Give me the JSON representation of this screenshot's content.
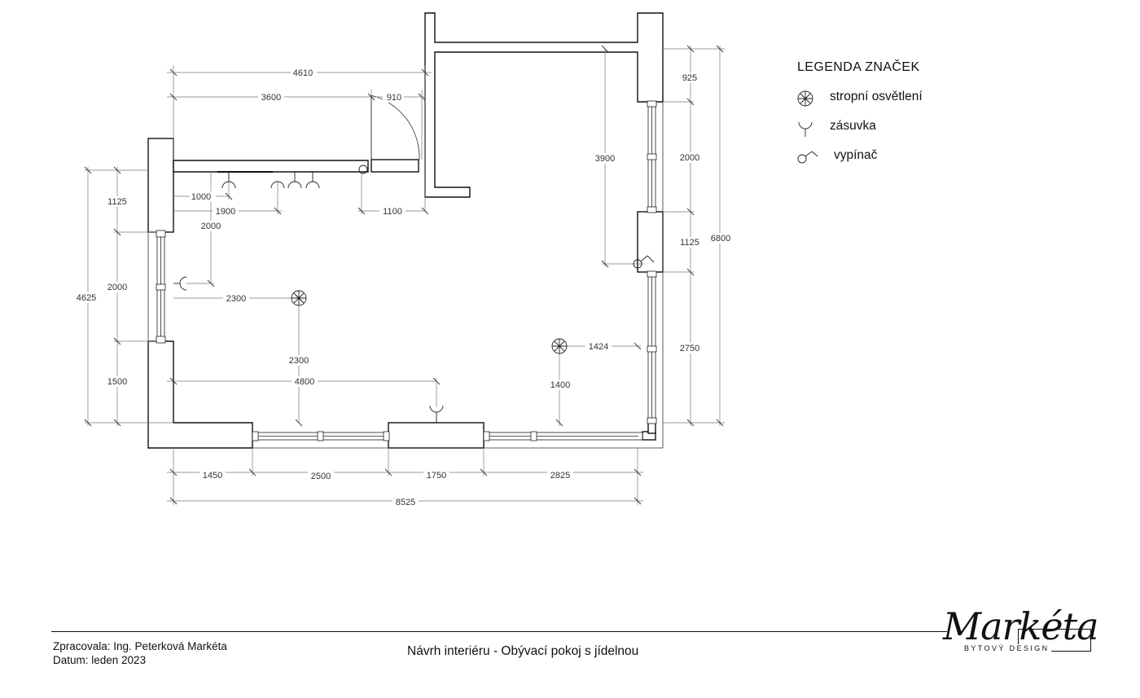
{
  "plan": {
    "dimensions": {
      "top_total": "4610",
      "top_left": "3600",
      "door_width": "910",
      "door_offset": "1100",
      "socket_1": "1000",
      "socket_2": "1900",
      "socket_depth": "2000",
      "light_x": "2300",
      "light_y": "2300",
      "switch_bottom": "4800",
      "left_top": "1125",
      "left_window": "2000",
      "left_bottom": "1500",
      "left_total": "4625",
      "bottom_1": "1450",
      "bottom_2": "2500",
      "bottom_3": "1750",
      "bottom_4": "2825",
      "bottom_total": "8525",
      "right_top": "925",
      "right_window": "2000",
      "right_pier": "1125",
      "right_window_2": "2750",
      "right_total": "6800",
      "switch_height": "3900",
      "light2_x": "1424",
      "light2_y": "1400"
    }
  },
  "legend": {
    "title": "LEGENDA  ZNAČEK",
    "items": [
      {
        "icon": "ceiling-light-icon",
        "label": "stropní osvětlení"
      },
      {
        "icon": "socket-icon",
        "label": "zásuvka"
      },
      {
        "icon": "switch-icon",
        "label": "vypínač"
      }
    ]
  },
  "footer": {
    "author": "Zpracovala: Ing. Peterková Markéta",
    "date": "Datum:  leden 2023",
    "title": "Návrh interiéru - Obývací pokoj s jídelnou"
  },
  "logo": {
    "script": "Markéta",
    "subtitle": "BYTOVÝ DESIGN"
  }
}
